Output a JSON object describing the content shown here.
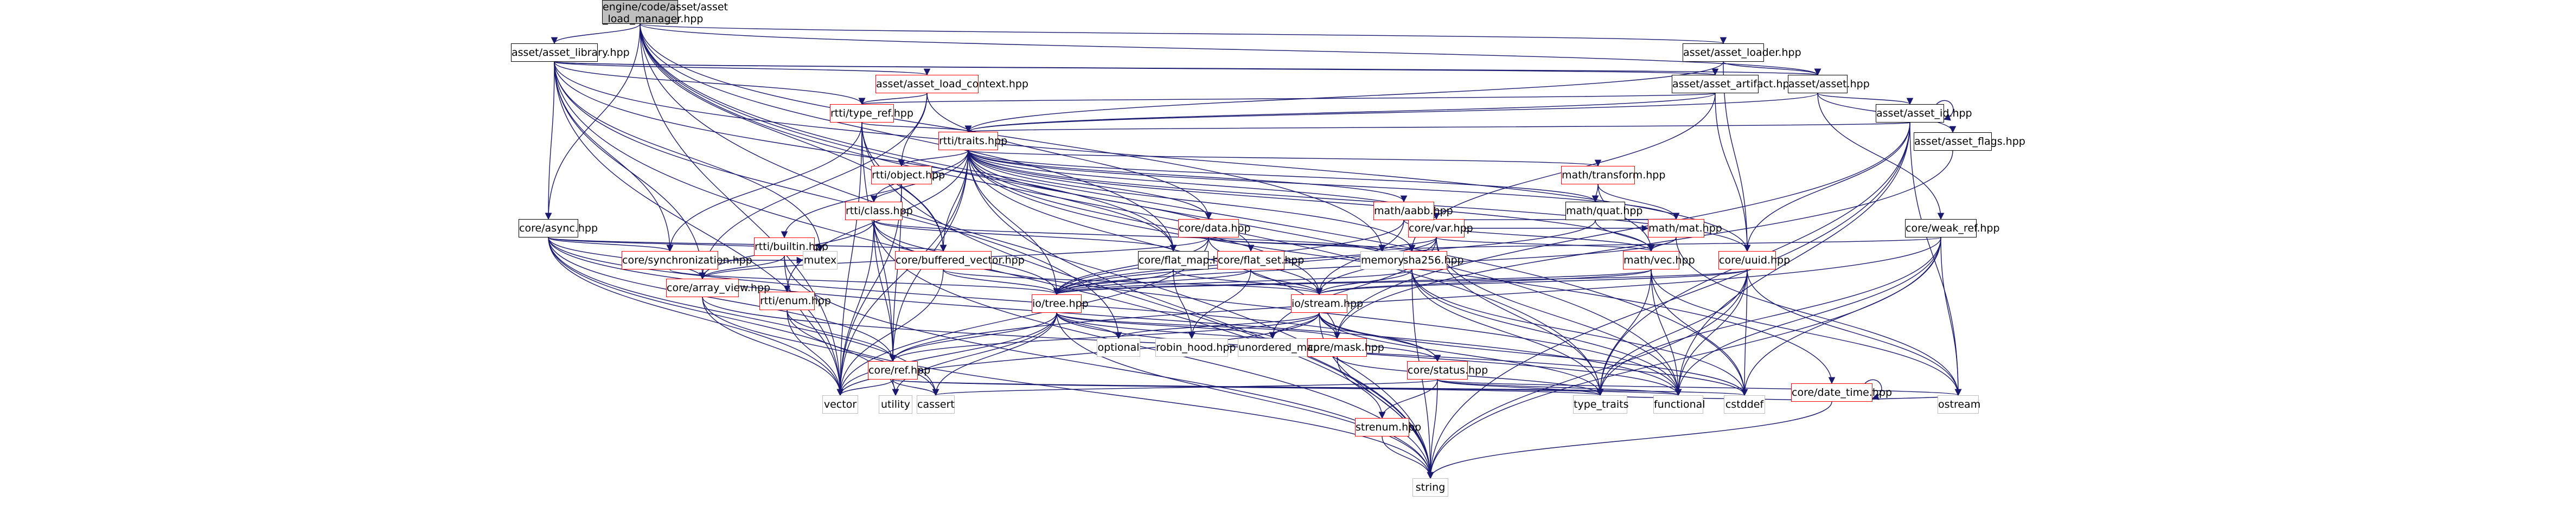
{
  "colors": {
    "edge": "#191970",
    "root_fill": "#bfbfbf",
    "documented_border": "#000000",
    "truncated_border": "#ff0000",
    "undocumented_border": "#bfbfbf"
  },
  "nodes": {
    "root": {
      "line1": "engine/code/asset/asset",
      "line2": "_load_manager.hpp"
    },
    "asset_library": {
      "line1": "asset/asset_library.hpp"
    },
    "asset_loader": {
      "line1": "asset/asset_loader.hpp"
    },
    "asset_load_context": {
      "line1": "asset/asset_load_context.hpp"
    },
    "asset_artifact": {
      "line1": "asset/asset_artifact.hpp"
    },
    "asset": {
      "line1": "asset/asset.hpp"
    },
    "asset_id": {
      "line1": "asset/asset_id.hpp"
    },
    "asset_flags": {
      "line1": "asset/asset_flags.hpp"
    },
    "type_ref": {
      "line1": "rtti/type_ref.hpp"
    },
    "traits": {
      "line1": "rtti/traits.hpp"
    },
    "object": {
      "line1": "rtti/object.hpp"
    },
    "rtti_class": {
      "line1": "rtti/class.hpp"
    },
    "builtin": {
      "line1": "rtti/builtin.hpp"
    },
    "rtti_enum": {
      "line1": "rtti/enum.hpp"
    },
    "core_async": {
      "line1": "core/async.hpp"
    },
    "weak_ref": {
      "line1": "core/weak_ref.hpp"
    },
    "synchronization": {
      "line1": "core/synchronization.hpp"
    },
    "buffered_vector": {
      "line1": "core/buffered_vector.hpp"
    },
    "array_view": {
      "line1": "core/array_view.hpp"
    },
    "flat_map": {
      "line1": "core/flat_map.hpp"
    },
    "flat_set": {
      "line1": "core/flat_set.hpp"
    },
    "core_data": {
      "line1": "core/data.hpp"
    },
    "sha256": {
      "line1": "core/sha256.hpp"
    },
    "core_var": {
      "line1": "core/var.hpp"
    },
    "uuid": {
      "line1": "core/uuid.hpp"
    },
    "transform": {
      "line1": "math/transform.hpp"
    },
    "aabb": {
      "line1": "math/aabb.hpp"
    },
    "quat": {
      "line1": "math/quat.hpp"
    },
    "mat": {
      "line1": "math/mat.hpp"
    },
    "vec": {
      "line1": "math/vec.hpp"
    },
    "date_time": {
      "line1": "core/date_time.hpp"
    },
    "io_tree": {
      "line1": "io/tree.hpp"
    },
    "io_stream": {
      "line1": "io/stream.hpp"
    },
    "core_ref": {
      "line1": "core/ref.hpp"
    },
    "core_mask": {
      "line1": "core/mask.hpp"
    },
    "core_status": {
      "line1": "core/status.hpp"
    },
    "strenum": {
      "line1": "strenum.hpp"
    },
    "memory": {
      "line1": "memory"
    },
    "mutex": {
      "line1": "mutex"
    },
    "optional": {
      "line1": "optional"
    },
    "robin_hood": {
      "line1": "robin_hood.hpp"
    },
    "unordered_map": {
      "line1": "unordered_map"
    },
    "vector": {
      "line1": "vector"
    },
    "utility": {
      "line1": "utility"
    },
    "cassert": {
      "line1": "cassert"
    },
    "type_traits": {
      "line1": "type_traits"
    },
    "functional": {
      "line1": "functional"
    },
    "cstddef": {
      "line1": "cstddef"
    },
    "ostream": {
      "line1": "ostream"
    },
    "string": {
      "line1": "string"
    }
  }
}
